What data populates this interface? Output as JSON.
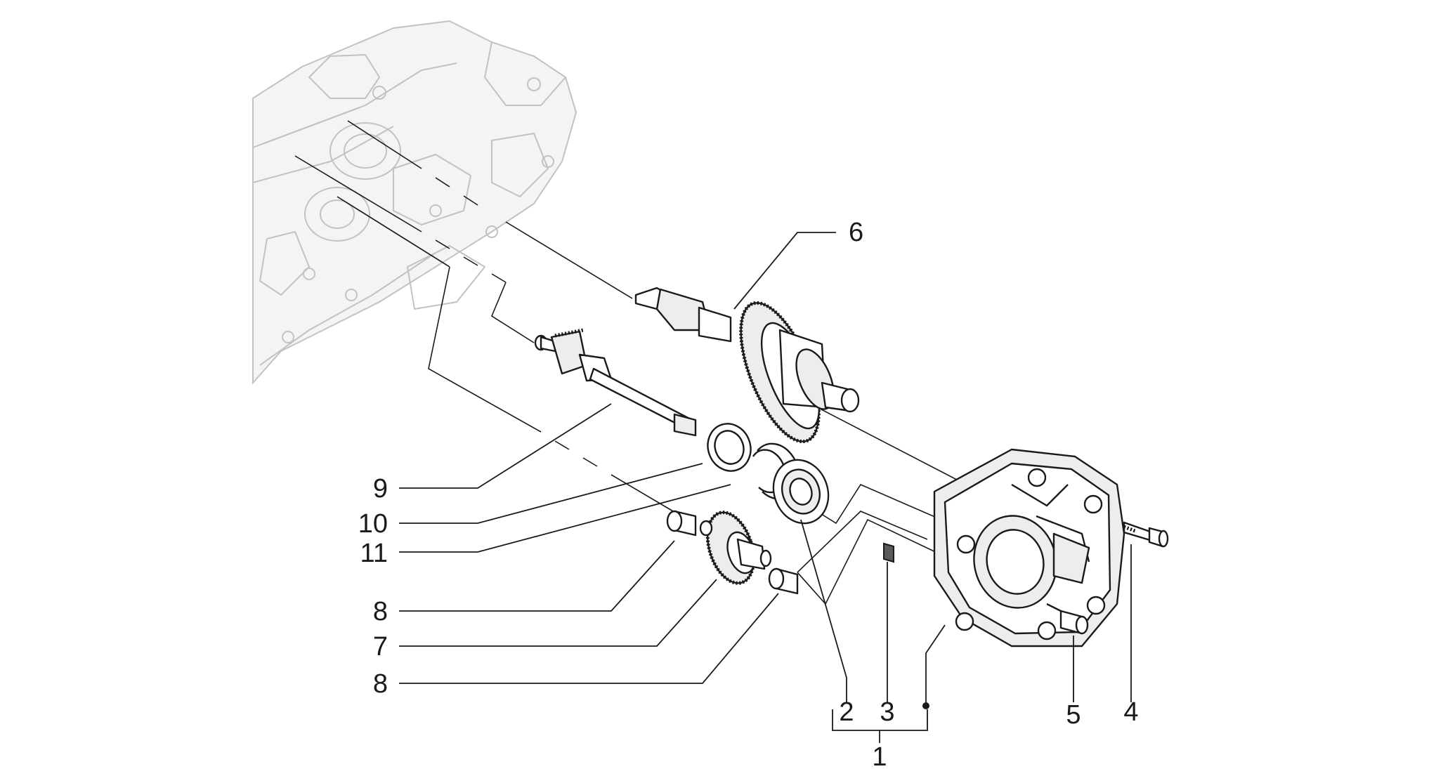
{
  "diagram": {
    "callouts": {
      "c1": "1",
      "c2": "2",
      "c3": "3",
      "c4": "4",
      "c5": "5",
      "c6": "6",
      "c7": "7",
      "c8a": "8",
      "c8b": "8",
      "c9": "9",
      "c10": "10",
      "c11": "11"
    },
    "colors": {
      "line": "#1a1a1a",
      "ghost": "#c2c2c2",
      "background": "#ffffff"
    }
  }
}
